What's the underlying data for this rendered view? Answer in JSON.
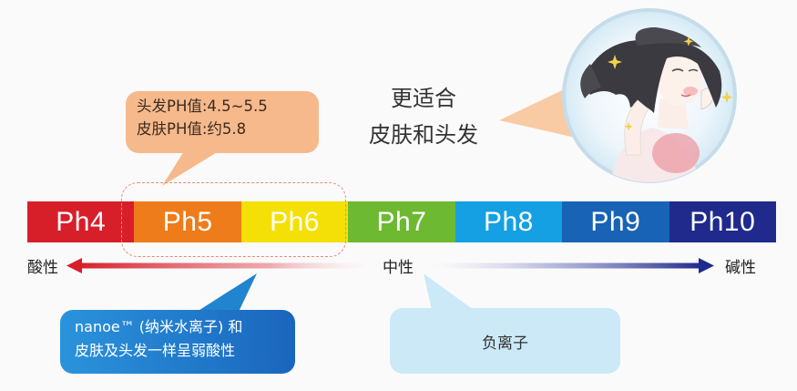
{
  "scale": {
    "segments": [
      "Ph4",
      "Ph5",
      "Ph6",
      "Ph7",
      "Ph8",
      "Ph9",
      "Ph10"
    ],
    "acid_label": "酸性",
    "neutral_label": "中性",
    "alkali_label": "碱性"
  },
  "headline": {
    "line1": "更适合",
    "line2": "皮肤和头发"
  },
  "callout_ph": {
    "line1": "头发PH值:4.5~5.5",
    "line2": "皮肤PH值:约5.8"
  },
  "callout_nanoe": {
    "line1": "nanoe™ (纳米水离子) 和",
    "line2": "皮肤及头发一样呈弱酸性"
  },
  "callout_ion": {
    "text": "负离子"
  },
  "colors": {
    "ph4": "#d71f2a",
    "ph5": "#ee7c1b",
    "ph6": "#f4e006",
    "ph7": "#6db932",
    "ph8": "#14a0e3",
    "ph9": "#1863b5",
    "ph10": "#1f2a8c"
  }
}
